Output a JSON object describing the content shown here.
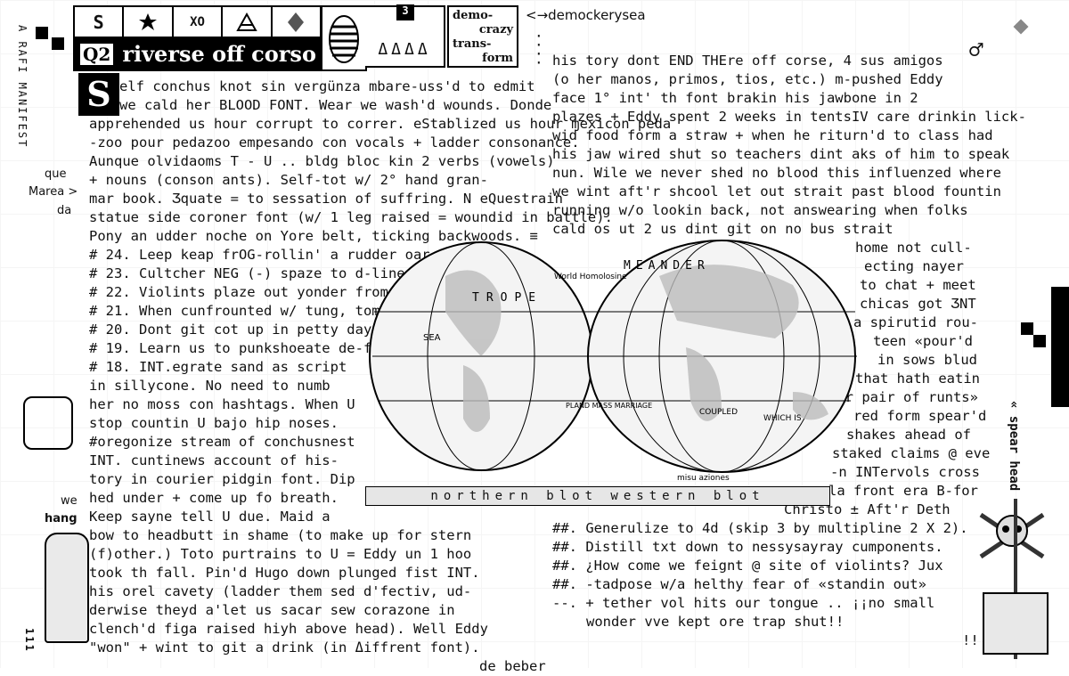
{
  "header": {
    "icons": [
      "S",
      "leaf-icon",
      "XO",
      "triangle-icon",
      "diamond-icon"
    ],
    "q_label": "Q2",
    "title": "riverse off corso",
    "counter": "3",
    "drops": "ΔΔΔΔ",
    "demo_lines": [
      "demo-",
      "crazy",
      "trans-",
      "form"
    ]
  },
  "top_note": "<→demockerysea",
  "sidebar_vertical": "A RAFI MANIFEST",
  "page_number": "111",
  "left_margin": {
    "que": "que",
    "marea": "Marea >",
    "da": "da",
    "we": "we",
    "hang": "hang"
  },
  "left_column": [
    "elf conchus knot sin vergünza mbare-uss'd to edmit",
    "we cald her BLOOD FONT. Wear we wash'd wounds. Donde",
    "apprehended us hour corrupt to correr. eStablized us hour ɱexicon peda",
    "-zoo pour pedazoo empesando con vocals + ladder consonance.",
    "Aunque olvidaoms  T  -  U  .. bldg bloc kin 2 verbs (vowels)",
    "+ nouns (conson         ants). Self-tot w/ 2° hand gran-",
    "mar book. Ʒquate = to sessation of suffring. N eQuestrain",
    "statue side coroner font (w/ 1 leg raised = woundid in battle).",
    "Pony an udder noche on Yore belt, ticking backwoods. ≡",
    "# 24. Leep keap frOG-rollin' a rudder oar rowink.",
    "# 23. Cultcher NEG (-) spaze to d-lineate POS (+)",
    "# 22. Violints plaze out yonder from sed font.",
    "# 21. When cunfrounted w/ tung, tomar @seat atras",
    "# 20. Dont git cot up in petty day-2-day.",
    "# 19. Learn us to punkshoeate de-fish-in-see",
    "# 18. INT.egrate sand as script",
    "in sillycone. No need to numb",
    "her no moss con hashtags. When U",
    "stop countin U bajo hip noses.",
    "#oregonize stream of conchusnest",
    "INT. cuntinews account of his-",
    "tory in courier pidgin font. Dip",
    "hed under + come up fo breath.",
    "Keep sayne tell U due. Maid a",
    "bow to headbutt in shame (to make up for stern",
    "(f)other.) Toto purtrains to U = Eddy un 1 hoo",
    "took th fall. Pin'd Hugo down plunged fist INT.",
    "his orel cavety (ladder them sed d'fectiv, ud-",
    "derwise theyd a'let us sacar sew corazone in",
    "clench'd figa raised hiyh above head). Well Eddy",
    "\"won\" + wint to git a drink (in Δiffrent font).",
    "de beber"
  ],
  "right_column": [
    "his tory dont END THEre off corse, 4 sus amigos",
    "(o her manos, primos, tios, etc.) m-pushed Eddy",
    "face 1° int' th font brakin his jawbone in 2",
    "plazes + Eddy spent 2 weeks in tentsIV care drinkin lick-",
    "wid food form a straw + when he riturn'd to class had",
    "his jaw wired shut so teachers dint aks of him to speak",
    "nun. Wile we never shed no blood this influenzed where",
    "we wint aft'r shcool let out strait past blood fountin",
    "running w/o lookin back, not answearing when folks",
    "cald    os ut 2 us dint git on no bus strait",
    "home not cull-",
    "ecting nayer",
    "to chat + meet",
    "chicas got ƷNT",
    "a spirutid rou-",
    "teen «pour'd",
    "in sows blud",
    "that hath eatin",
    "her pair of runts»",
    "red form spear'd",
    "shakes ahead of",
    "staked claims @ eve",
    "-n INTervols cross",
    "la front era B-for",
    "Christo ± Aft'r Deth",
    "##. Generulize to 4d (skip 3 by multipline 2 X 2).",
    "##. Distill txt down to nessysayray cumponents.",
    "##. ¿How come we feignt @ site of violints? Jux",
    "##. -tadpose w/a helthy fear of «standin out»",
    "--. + tether vol hits our tongue .. ¡¡no small",
    "wonder vve kept ore trap shut!!",
    "!!"
  ],
  "map": {
    "strip": "northern blot western blot",
    "labels": [
      "MEANDER",
      "TROPE",
      "SEA",
      "COUPLED",
      "WHICH IS",
      "PLAND MASS MARRIAGE",
      "World Homolosine",
      "misu aziones"
    ]
  },
  "right_margin": {
    "spear_head": "« spear head",
    "mars_symbol": "♂"
  }
}
